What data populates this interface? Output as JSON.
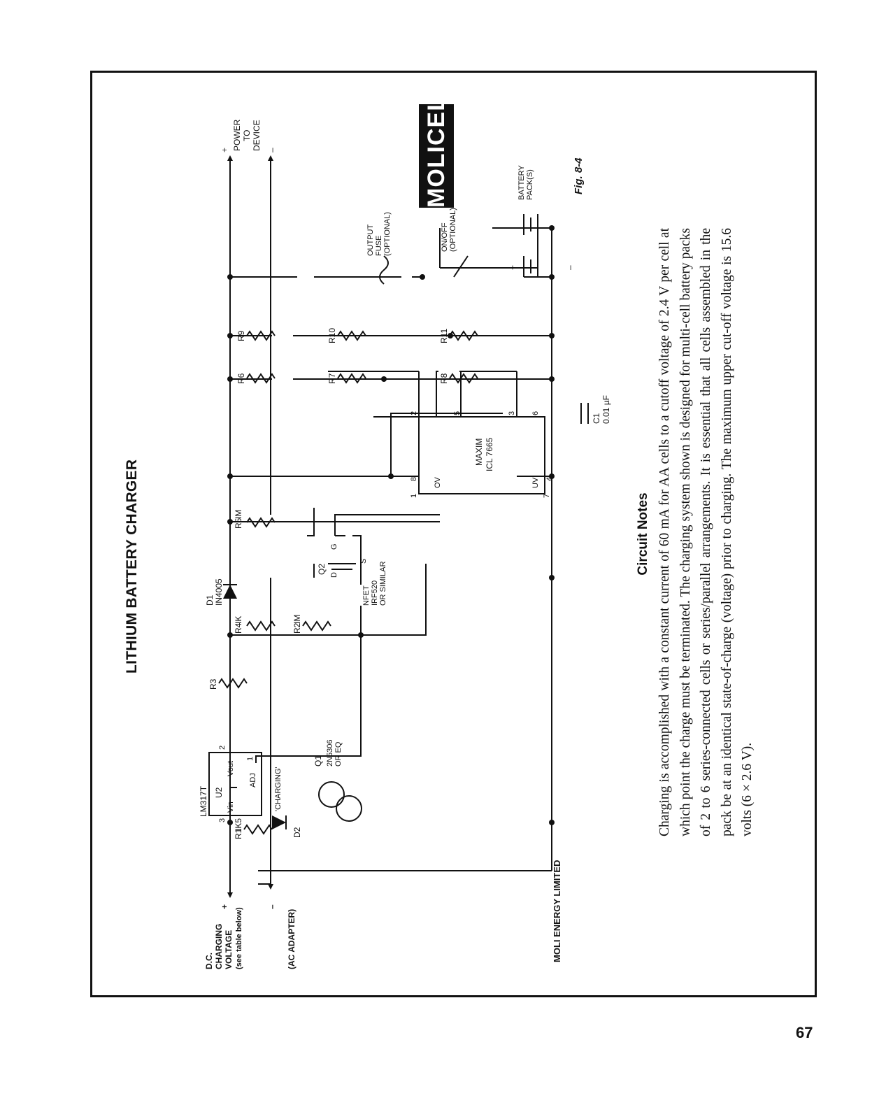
{
  "title": "LITHIUM BATTERY CHARGER",
  "company": "MOLI ENERGY LIMITED",
  "figure_label": "Fig. 8-4",
  "page_number": "67",
  "logo_text": "MOLICEL",
  "input": {
    "plus": "+",
    "minus": "–",
    "line1": "D.C.",
    "line2": "CHARGING",
    "line3": "VOLTAGE",
    "line4": "(see table below)",
    "adapter": "(AC ADAPTER)"
  },
  "output": {
    "plus": "+",
    "minus": "–",
    "line1": "POWER",
    "line2": "TO",
    "line3": "DEVICE"
  },
  "components": {
    "u2_part": "LM317T",
    "u2_name": "U2",
    "u2_vin": "Vin",
    "u2_vout": "Vout",
    "u2_adj": "ADJ",
    "u2_pin1": "1",
    "u2_pin2": "2",
    "u2_pin3": "3",
    "r1": "R1",
    "r1_val": "IK5",
    "r2": "R2",
    "r2_val": "IM",
    "r3": "R3",
    "r4": "R4",
    "r4_val": "IK",
    "r5": "R5",
    "r5_val": "IM",
    "r6": "R6",
    "r7": "R7",
    "r8": "R8",
    "r9": "R9",
    "r10": "R10",
    "r11": "R11",
    "d1": "D1",
    "d1_val": "IN4005",
    "d2": "D2",
    "d2_label": "'CHARGING'",
    "q1": "Q1",
    "q1_val1": "2N5306",
    "q1_val2": "OR EQ",
    "q2": "Q2",
    "q2_d": "D",
    "q2_g": "G",
    "q2_s": "S",
    "q2_val1": "NFET",
    "q2_val2": "IRF520",
    "q2_val3": "OR SIMILAR",
    "ic_line1": "MAXIM",
    "ic_line2": "ICL 7665",
    "ic_ov": "OV",
    "ic_uv": "UV",
    "ic_pin1": "1",
    "ic_pin2": "2",
    "ic_pin3": "3",
    "ic_pin4": "4",
    "ic_pin5": "5",
    "ic_pin6": "6",
    "ic_pin7": "7",
    "ic_pin8": "8",
    "c1": "C1",
    "c1_val": "0.01 µF",
    "fuse1": "OUTPUT",
    "fuse2": "FUSE",
    "fuse3": "(OPTIONAL)",
    "switch1": "ON/OFF",
    "switch2": "(OPTIONAL)",
    "battery1": "BATTERY",
    "battery2": "PACK(S)",
    "batt_plus": "+",
    "batt_minus": "–"
  },
  "notes": {
    "heading": "Circuit Notes",
    "body": "Charging is accomplished with a constant current of 60 mA for AA cells to a cutoff voltage of 2.4 V per cell at which point the charge must be terminated. The charging system shown is designed for multi-cell battery packs of 2 to 6 series-connected cells or series/parallel arrangements. It is essential that all cells assembled in the pack be at an identical state-of-charge (voltage) prior to charging. The maximum upper cut-off voltage is 15.6 volts (6 × 2.6 V)."
  }
}
